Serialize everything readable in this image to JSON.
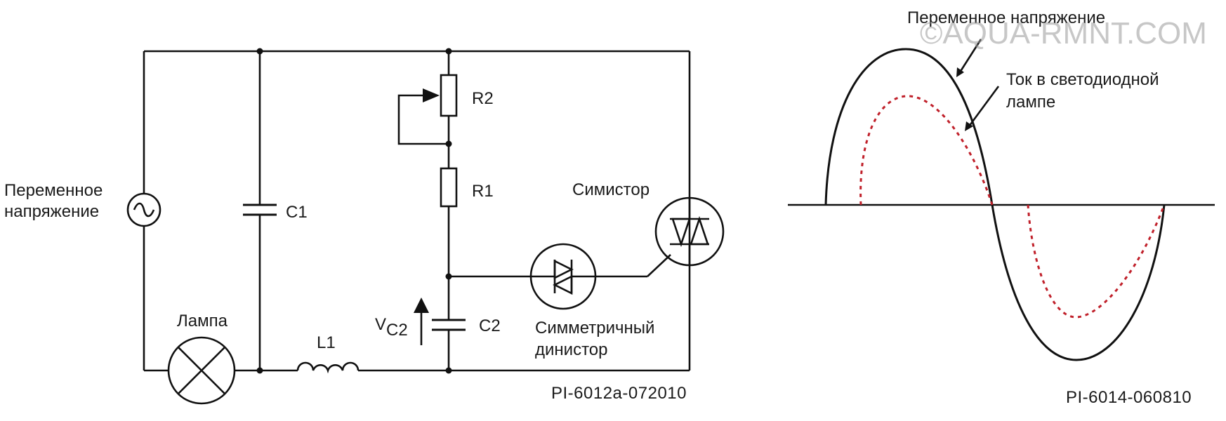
{
  "circuit": {
    "source_label_line1": "Переменное",
    "source_label_line2": "напряжение",
    "c1_label": "C1",
    "r2_label": "R2",
    "r1_label": "R1",
    "c2_label": "C2",
    "vc2_label_main": "V",
    "vc2_label_sub": "C2",
    "l1_label": "L1",
    "lamp_label": "Лампа",
    "triac_label": "Симистор",
    "diac_label_line1": "Симметричный",
    "diac_label_line2": "динистор",
    "figure_code": "PI-6012a-072010"
  },
  "waveform": {
    "voltage_label": "Переменное напряжение",
    "current_label_line1": "Ток в светодиодной",
    "current_label_line2": "лампе",
    "figure_code": "PI-6014-060810",
    "voltage_color": "#111111",
    "current_color": "#c0202a"
  },
  "watermark": {
    "text": "©AQUA-RMNT.COM"
  }
}
